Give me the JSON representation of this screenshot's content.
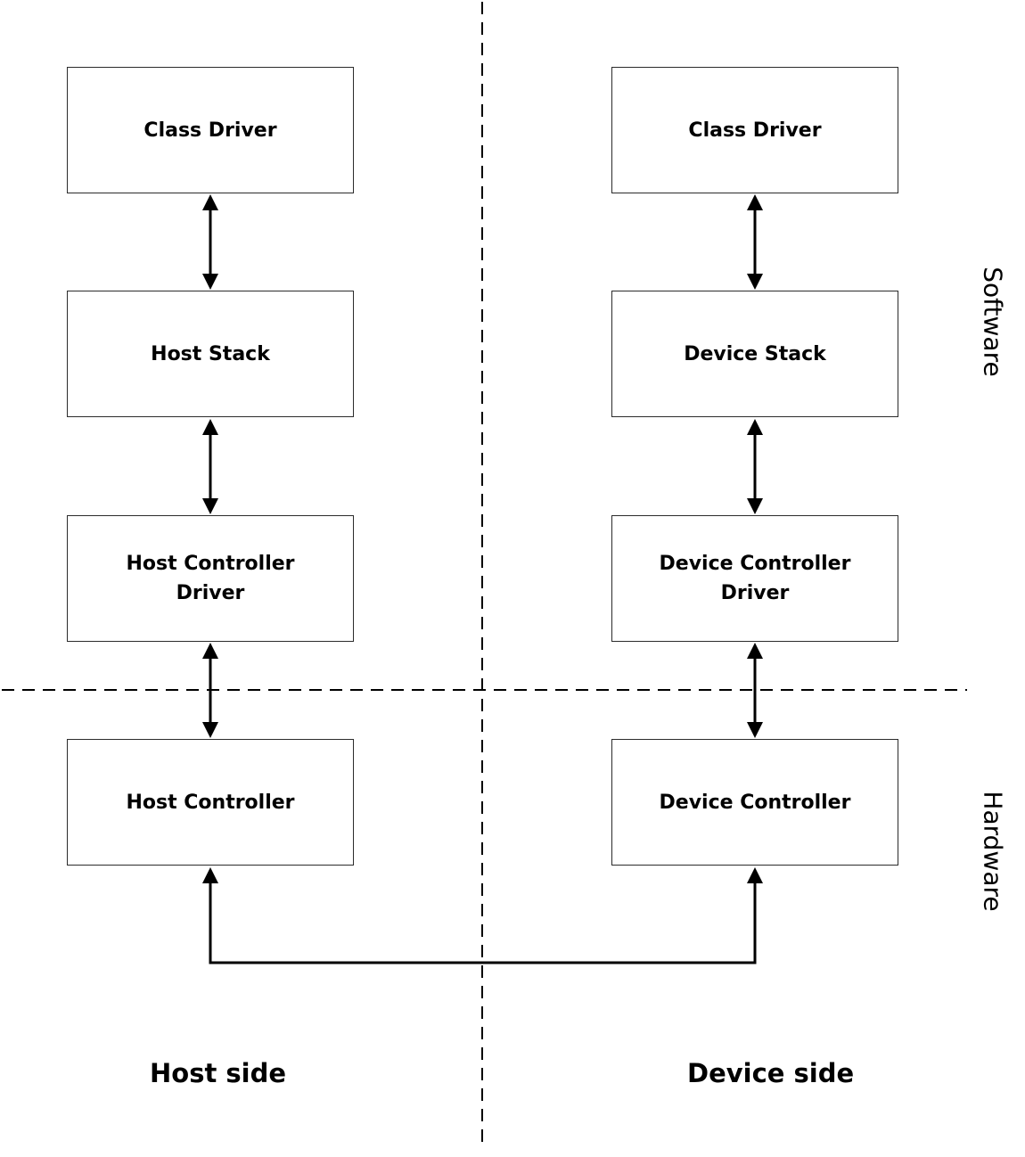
{
  "diagram": {
    "host_column": {
      "class_driver": "Class Driver",
      "stack": "Host Stack",
      "controller_driver_line1": "Host Controller",
      "controller_driver_line2": "Driver",
      "controller": "Host Controller",
      "side_label": "Host side"
    },
    "device_column": {
      "class_driver": "Class Driver",
      "stack": "Device Stack",
      "controller_driver": "Device Controller Driver",
      "controller": "Device Controller",
      "side_label": "Device side"
    },
    "layers": {
      "software": "Software",
      "hardware": "Hardware"
    },
    "colors": {
      "line": "#000000",
      "box_border": "#2b2b2b",
      "background": "#ffffff"
    }
  }
}
